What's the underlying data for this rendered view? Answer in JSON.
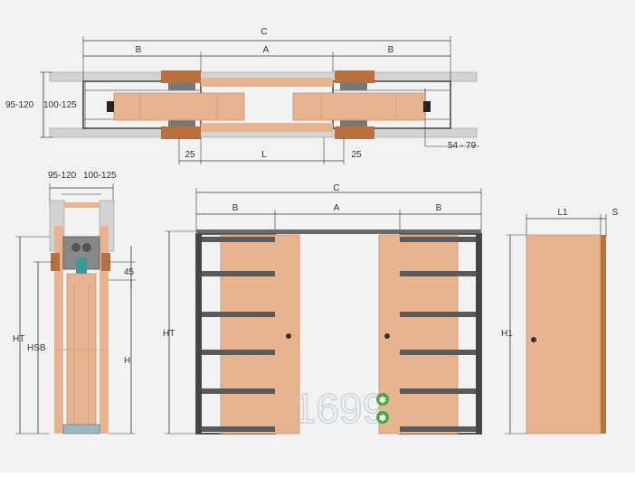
{
  "colors": {
    "background": "#f2f2f2",
    "wood": "#e8b48f",
    "wood_dark": "#d89c75",
    "wall": "#d3d3d3",
    "frame_metal": "#6a6a6a",
    "frame_dark": "#444444",
    "trim": "#b8703e",
    "dimension_line": "#333333",
    "accent_green": "#4aa63f",
    "watermark": "#b8c8d8"
  },
  "plan_view": {
    "total_width_label": "C",
    "left_pocket_label": "B",
    "opening_label": "A",
    "right_pocket_label": "B",
    "wall_thickness_label": "95-120",
    "frame_thickness_label": "100-125",
    "left_offset_label": "25",
    "door_width_label": "L",
    "right_offset_label": "25",
    "side_gap_label": "54 - 79"
  },
  "section_view": {
    "wall_thickness_label": "95-120",
    "frame_thickness_label": "100-125",
    "header_gap_label": "45",
    "frame_height_label": "HT",
    "opening_height_label": "HSB",
    "door_height_label": "H"
  },
  "elevation_view": {
    "total_width_label": "C",
    "left_pocket_label": "B",
    "opening_label": "A",
    "right_pocket_label": "B",
    "height_label": "HT",
    "watermark_text": "1699",
    "icons": [
      "gear-icon",
      "gear-icon"
    ]
  },
  "door_view": {
    "width_label": "L1",
    "thickness_label": "S",
    "height_label": "H1"
  }
}
